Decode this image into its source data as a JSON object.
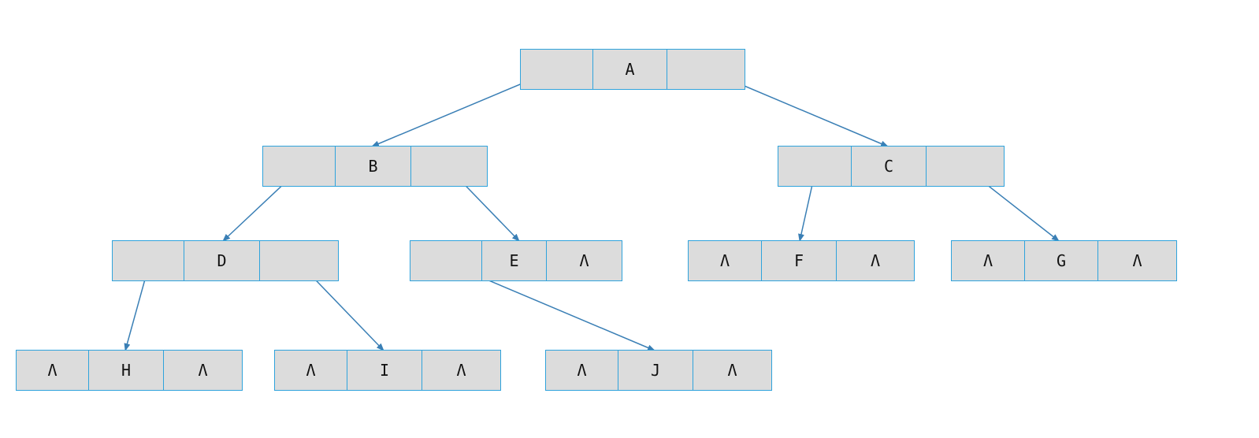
{
  "nodes": {
    "A": {
      "left": "",
      "data": "A",
      "right": ""
    },
    "B": {
      "left": "",
      "data": "B",
      "right": ""
    },
    "C": {
      "left": "",
      "data": "C",
      "right": ""
    },
    "D": {
      "left": "",
      "data": "D",
      "right": ""
    },
    "E": {
      "left": "",
      "data": "E",
      "right": "Λ"
    },
    "F": {
      "left": "Λ",
      "data": "F",
      "right": "Λ"
    },
    "G": {
      "left": "Λ",
      "data": "G",
      "right": "Λ"
    },
    "H": {
      "left": "Λ",
      "data": "H",
      "right": "Λ"
    },
    "I": {
      "left": "Λ",
      "data": "I",
      "right": "Λ"
    },
    "J": {
      "left": "Λ",
      "data": "J",
      "right": "Λ"
    }
  },
  "edges": [
    {
      "from": "A",
      "side": "left",
      "to": "B"
    },
    {
      "from": "A",
      "side": "right",
      "to": "C"
    },
    {
      "from": "B",
      "side": "left",
      "to": "D"
    },
    {
      "from": "B",
      "side": "right",
      "to": "E"
    },
    {
      "from": "C",
      "side": "left",
      "to": "F"
    },
    {
      "from": "C",
      "side": "right",
      "to": "G"
    },
    {
      "from": "D",
      "side": "left",
      "to": "H"
    },
    {
      "from": "D",
      "side": "right",
      "to": "I"
    },
    {
      "from": "E",
      "side": "left",
      "to": "J"
    }
  ],
  "colors": {
    "border": "#2fa3dc",
    "fill": "#dcdcdc",
    "arrow": "#3a7fb5"
  }
}
